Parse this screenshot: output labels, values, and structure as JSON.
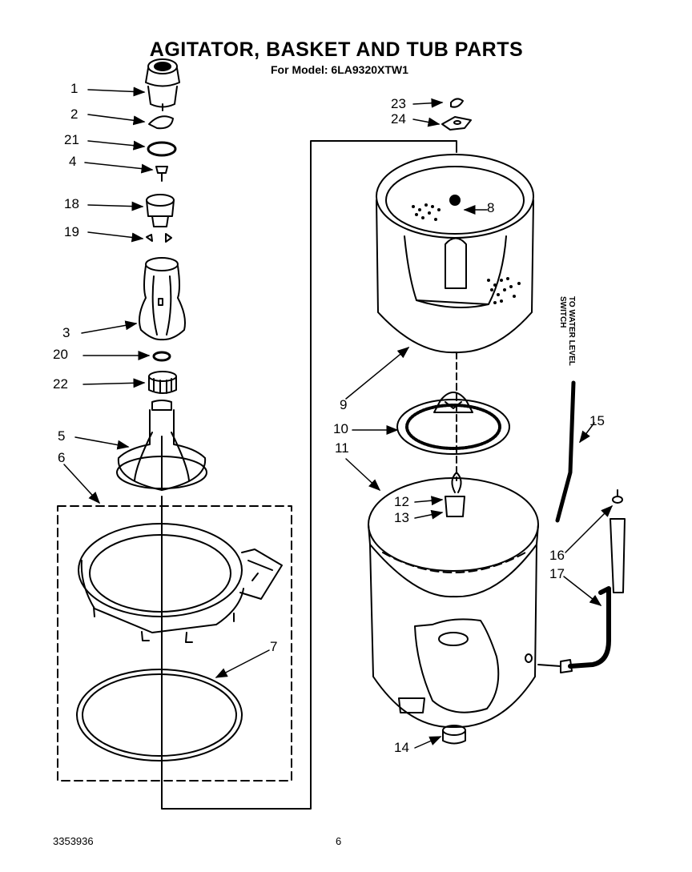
{
  "title": "AGITATOR, BASKET AND TUB PARTS",
  "subtitle": "For Model: 6LA9320XTW1",
  "footer": {
    "doc_number": "3353936",
    "page": "6"
  },
  "water_switch_label": {
    "line1": "TO WATER LEVEL",
    "line2": "SWITCH"
  },
  "callouts": {
    "c1": "1",
    "c2": "2",
    "c21": "21",
    "c4": "4",
    "c18": "18",
    "c19": "19",
    "c3": "3",
    "c20": "20",
    "c22": "22",
    "c5": "5",
    "c6": "6",
    "c7": "7",
    "c23": "23",
    "c24": "24",
    "c8": "8",
    "c9": "9",
    "c10": "10",
    "c11": "11",
    "c12": "12",
    "c13": "13",
    "c14": "14",
    "c15": "15",
    "c16": "16",
    "c17": "17"
  }
}
